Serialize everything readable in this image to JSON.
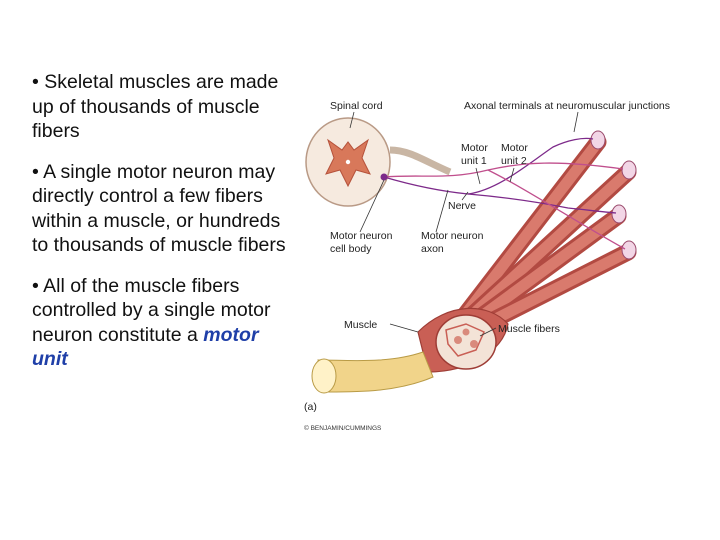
{
  "slide": {
    "bullets": [
      "• Skeletal muscles are made up of thousands of muscle fibers",
      "• A single motor neuron may directly control a few fibers within a muscle, or hundreds to thousands of muscle fibers"
    ],
    "bullet3_prefix": "• All of the muscle fibers controlled by a single motor neuron constitute a",
    "bullet3_emphasis": "motor unit"
  },
  "figure": {
    "labels": {
      "spinal_cord": "Spinal cord",
      "axonal_terminals": "Axonal terminals at neuromuscular junctions",
      "motor_unit_1": [
        "Motor",
        "unit 1"
      ],
      "motor_unit_2": [
        "Motor",
        "unit 2"
      ],
      "nerve": "Nerve",
      "motor_neuron_cell_body": [
        "Motor neuron",
        "cell body"
      ],
      "motor_neuron_axon": [
        "Motor neuron",
        "axon"
      ],
      "muscle": "Muscle",
      "muscle_fibers": "Muscle fibers",
      "panel": "(a)",
      "credit": "© BENJAMIN/CUMMINGS"
    },
    "colors": {
      "muscle": "#c95f55",
      "tendon": "#f1d48a",
      "neuron": "#7d2a8a",
      "gray_matter": "#d8785a"
    }
  }
}
